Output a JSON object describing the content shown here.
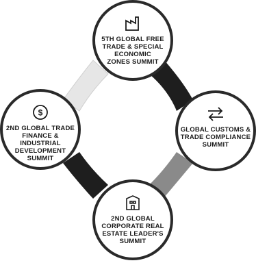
{
  "nodes": {
    "top": {
      "label": "5th GLOBAL FREE\nTRADE & SPECIAL\nECONOMIC\nZONES SUMMIT",
      "icon": "factory-icon"
    },
    "left": {
      "label": "2nd GLOBAL TRADE\nFINANCE & INDUSTRIAL\nDEVELOPMENT\nSUMMIT",
      "icon": "dollar-cycle-icon"
    },
    "right": {
      "label": "GLOBAL CUSTOMS &\nTRADE COMPLIANCE\nSUMMIT",
      "icon": "exchange-arrows-icon"
    },
    "bottom": {
      "label": "2nd GLOBAL\nCORPORATE REAL\nESTATE LEADER'S\nSUMMIT",
      "icon": "building-icon"
    }
  },
  "colors": {
    "dark": "#1e1e1e",
    "light": "#e6e6e6",
    "border": "#2a2a2a"
  }
}
